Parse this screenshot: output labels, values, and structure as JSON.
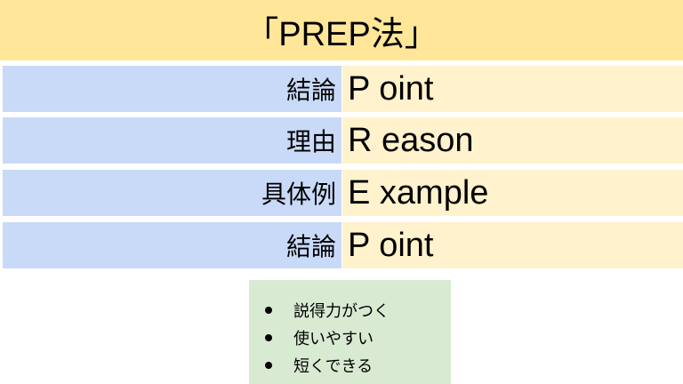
{
  "header": {
    "title": "「PREP法」"
  },
  "rows": [
    {
      "ja": "結論",
      "en": "P oint"
    },
    {
      "ja": "理由",
      "en": "R eason"
    },
    {
      "ja": "具体例",
      "en": "E xample"
    },
    {
      "ja": "結論",
      "en": "P oint"
    }
  ],
  "benefits": [
    "説得力がつく",
    "使いやすい",
    "短くできる"
  ],
  "colors": {
    "header": "#ffe699",
    "left": "#c9daf8",
    "right": "#fff2cc",
    "box": "#d9ead3"
  }
}
